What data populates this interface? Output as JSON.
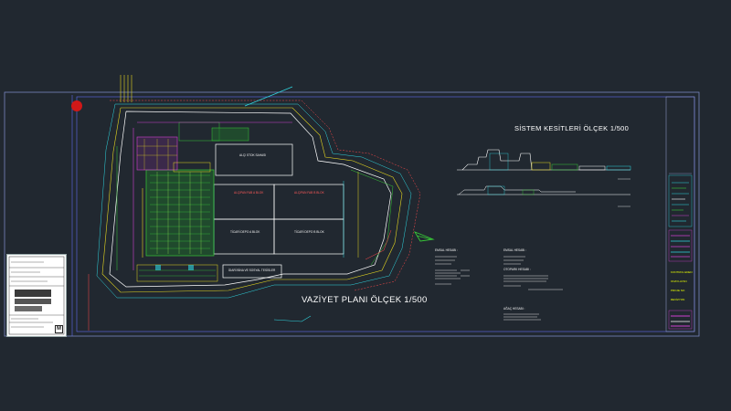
{
  "drawing": {
    "plan_title": "VAZİYET PLANI ÖLÇEK 1/500",
    "section_title": "SİSTEM KESİTLERİ ÖLÇEK 1/500"
  },
  "blocks": {
    "b1": "ALÇIPAN FAB A BLOK",
    "b2": "ALÇIPAN FAB B BLOK",
    "b3": "TİCARİ DEPO A BLOK",
    "b4": "TİCARİ DEPO B BLOK",
    "top": "ALÇI STOK SAHASI",
    "bottom": "İDARİ BİNA VE SOSYAL TESİSLER"
  },
  "notes": {
    "n1": "EMSAL HESABI :",
    "n2": "EMSAL HESABI :",
    "n3": "OTOPARK HESABI :",
    "n4": "AĞAÇ HESABI :"
  },
  "title_block": {
    "b1": "KONTROL EDEN",
    "b2": "ONAYLAYAN",
    "b3": "PROJE NO",
    "b4": "REVİZYON"
  },
  "mini_logo": "M",
  "colors": {
    "background": "#212830",
    "frame": "#7a86c0",
    "inner_frame": "#5f6cf0",
    "cyan": "#2fd6e0",
    "green": "#37c837",
    "yellow": "#e6d820",
    "magenta": "#d040d0",
    "white": "#ffffff",
    "red": "#ff4a4a"
  }
}
